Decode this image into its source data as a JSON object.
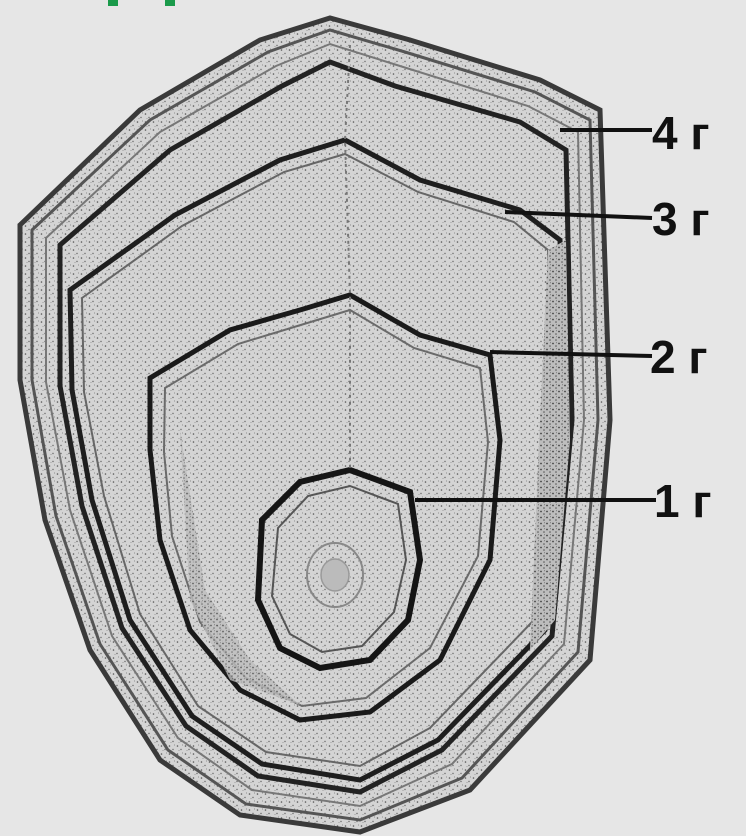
{
  "figure": {
    "annotations": [
      {
        "id": "ring-4",
        "label": "4 г"
      },
      {
        "id": "ring-3",
        "label": "3 г"
      },
      {
        "id": "ring-2",
        "label": "2 г"
      },
      {
        "id": "ring-1",
        "label": "1 г"
      }
    ]
  },
  "colors": {
    "background": "#e6e6e6",
    "scale_fill": "#cfcfcf",
    "scale_dark": "#333333",
    "leader_line": "#111111",
    "label_text": "#111111",
    "top_strip_accent": "#1a9a4a"
  }
}
